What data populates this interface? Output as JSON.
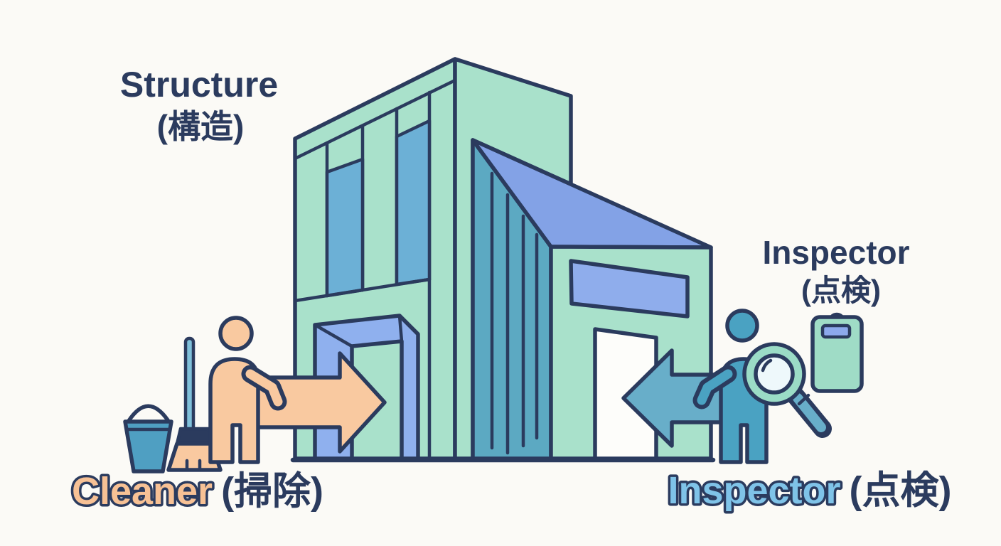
{
  "diagram": {
    "title": {
      "en": "Structure",
      "ja": "(構造)"
    },
    "inspector_label": {
      "en": "Inspector",
      "ja": "(点検)"
    },
    "captions": {
      "cleaner": {
        "en": "Cleaner",
        "ja": "(掃除)"
      },
      "inspector": {
        "en": "Inspector",
        "ja": "(点検)"
      }
    },
    "icons": [
      "building-icon",
      "cleaner-person-icon",
      "bucket-icon",
      "broom-icon",
      "arrow-right-icon",
      "arrow-left-icon",
      "inspector-person-icon",
      "magnifying-glass-icon",
      "clipboard-icon"
    ],
    "colors": {
      "background": "#fbfaf6",
      "navy": "#2b3b5e",
      "mint": "#a9e1cb",
      "window_blue": "#6cb0d6",
      "teal_panel": "#5ca9c2",
      "periwinkle": "#83a2e6",
      "annex_window_blue": "#8fadec",
      "door_blue": "#8fb0ee",
      "door_white": "#fdfdfa",
      "peach": "#f9c9a0",
      "teal_arrow": "#68aec9",
      "teal_figure": "#4aa2c2",
      "bucket_teal": "#4f9fc2",
      "broom_handle": "#7fc0da",
      "magnifier_ring": "#9bdcc6",
      "lens": "#eef8fb",
      "clip_blue": "#8ca9ec",
      "clipboard_mint": "#9fdcc6",
      "caption_cleaner_fill": "#f7c195",
      "caption_inspector_fill": "#7fc3e8"
    }
  }
}
